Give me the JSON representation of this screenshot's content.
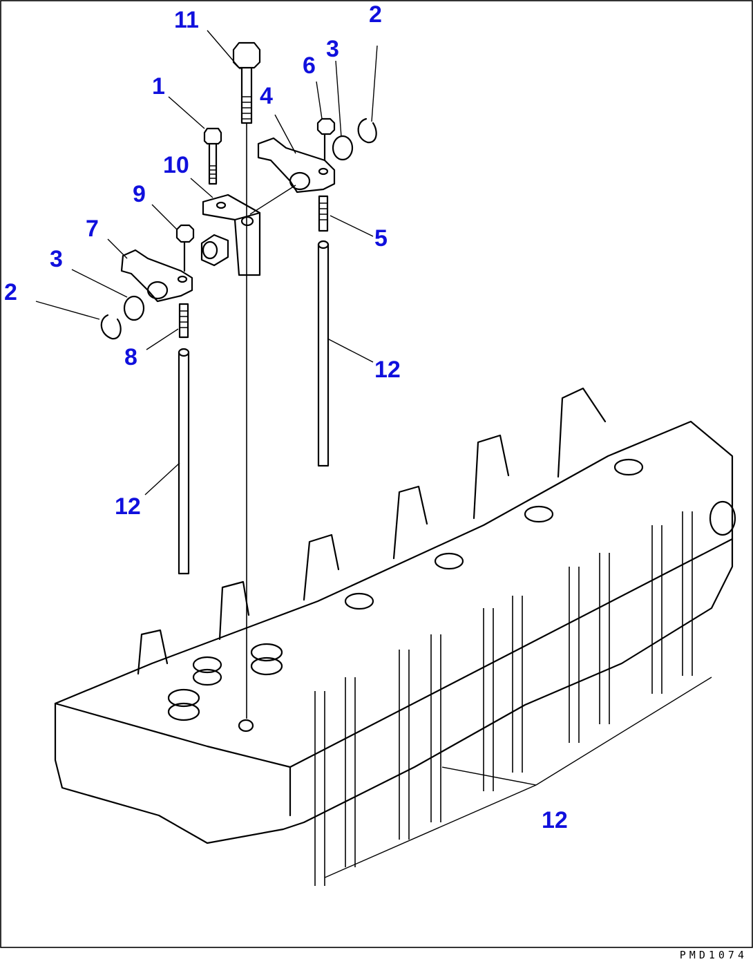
{
  "callouts": [
    {
      "label": "11"
    },
    {
      "label": "2"
    },
    {
      "label": "3"
    },
    {
      "label": "6"
    },
    {
      "label": "1"
    },
    {
      "label": "4"
    },
    {
      "label": "10"
    },
    {
      "label": "9"
    },
    {
      "label": "5"
    },
    {
      "label": "7"
    },
    {
      "label": "3"
    },
    {
      "label": "2"
    },
    {
      "label": "8"
    },
    {
      "label": "12"
    },
    {
      "label": "12"
    },
    {
      "label": "12"
    }
  ],
  "drawing_code": "PMD1074",
  "colors": {
    "callout": "#1010dd",
    "line": "#000000",
    "background": "#ffffff"
  }
}
